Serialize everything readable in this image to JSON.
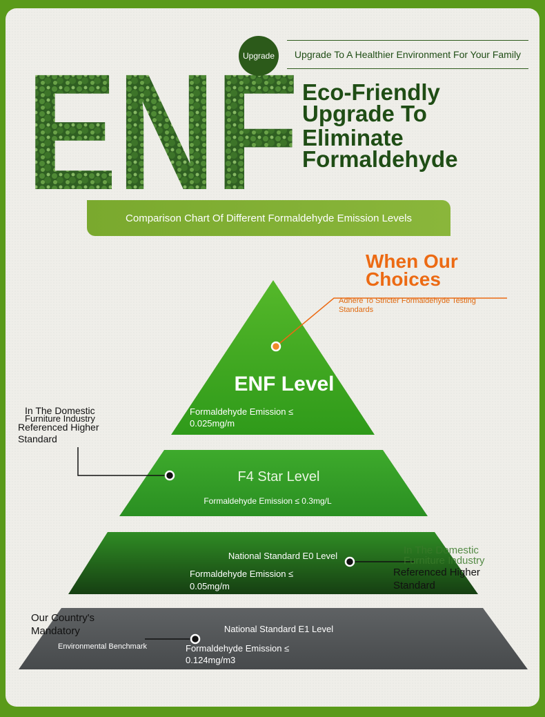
{
  "header": {
    "big_letters": "ENF",
    "badge_label": "Upgrade",
    "tagline": "Upgrade To A Healthier Environment For Your Family",
    "headline_lines": [
      "Eco-Friendly",
      "Upgrade To",
      "Eliminate",
      "Formaldehyde"
    ]
  },
  "banner": {
    "label": "Comparison Chart Of Different Formaldehyde Emission Levels"
  },
  "callout": {
    "title_lines": [
      "When Our",
      "Choices"
    ],
    "subtitle": "Adhere To Stricter Formaldehyde Testing Standards"
  },
  "levels": [
    {
      "name": "ENF Level",
      "emission": "Formaldehyde Emission ≤ 0.025mg/m"
    },
    {
      "name": "F4 Star Level",
      "emission": "Formaldehyde Emission ≤ 0.3mg/L"
    },
    {
      "name": "National Standard E0 Level",
      "emission": "Formaldehyde Emission ≤ 0.05mg/m"
    },
    {
      "name": "National Standard E1 Level",
      "emission": "Formaldehyde Emission ≤ 0.124mg/m3"
    }
  ],
  "notes": {
    "left_top": [
      "In The Domestic",
      "Furniture Industry",
      "Referenced Higher",
      "Standard"
    ],
    "right_mid_ghost": [
      "In The Domestic",
      "Furniture Industry"
    ],
    "right_mid": [
      "Referenced Higher",
      "Standard"
    ],
    "bottom_left": [
      "Our Country's",
      "Mandatory"
    ],
    "bottom_left_sub": "Environmental Benchmark"
  },
  "colors": {
    "forest_green": "#1f4d15",
    "accent_orange": "#ec6a13",
    "enf_green": "#3aa61a",
    "f4_green": "#34a02a",
    "e0_green": "#1f6e1c",
    "e1_gray": "#55585a"
  }
}
